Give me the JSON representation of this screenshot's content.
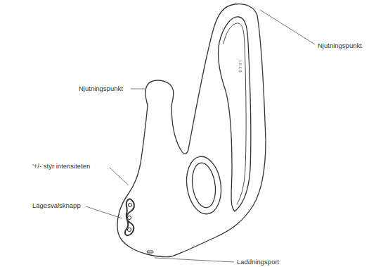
{
  "diagram": {
    "labels": [
      "Njutningspunkt",
      "Njutningspunkt",
      "'+/- styr intensiteten",
      "Lägesvalsknapp",
      "Laddningsport",
      "LELO"
    ]
  }
}
